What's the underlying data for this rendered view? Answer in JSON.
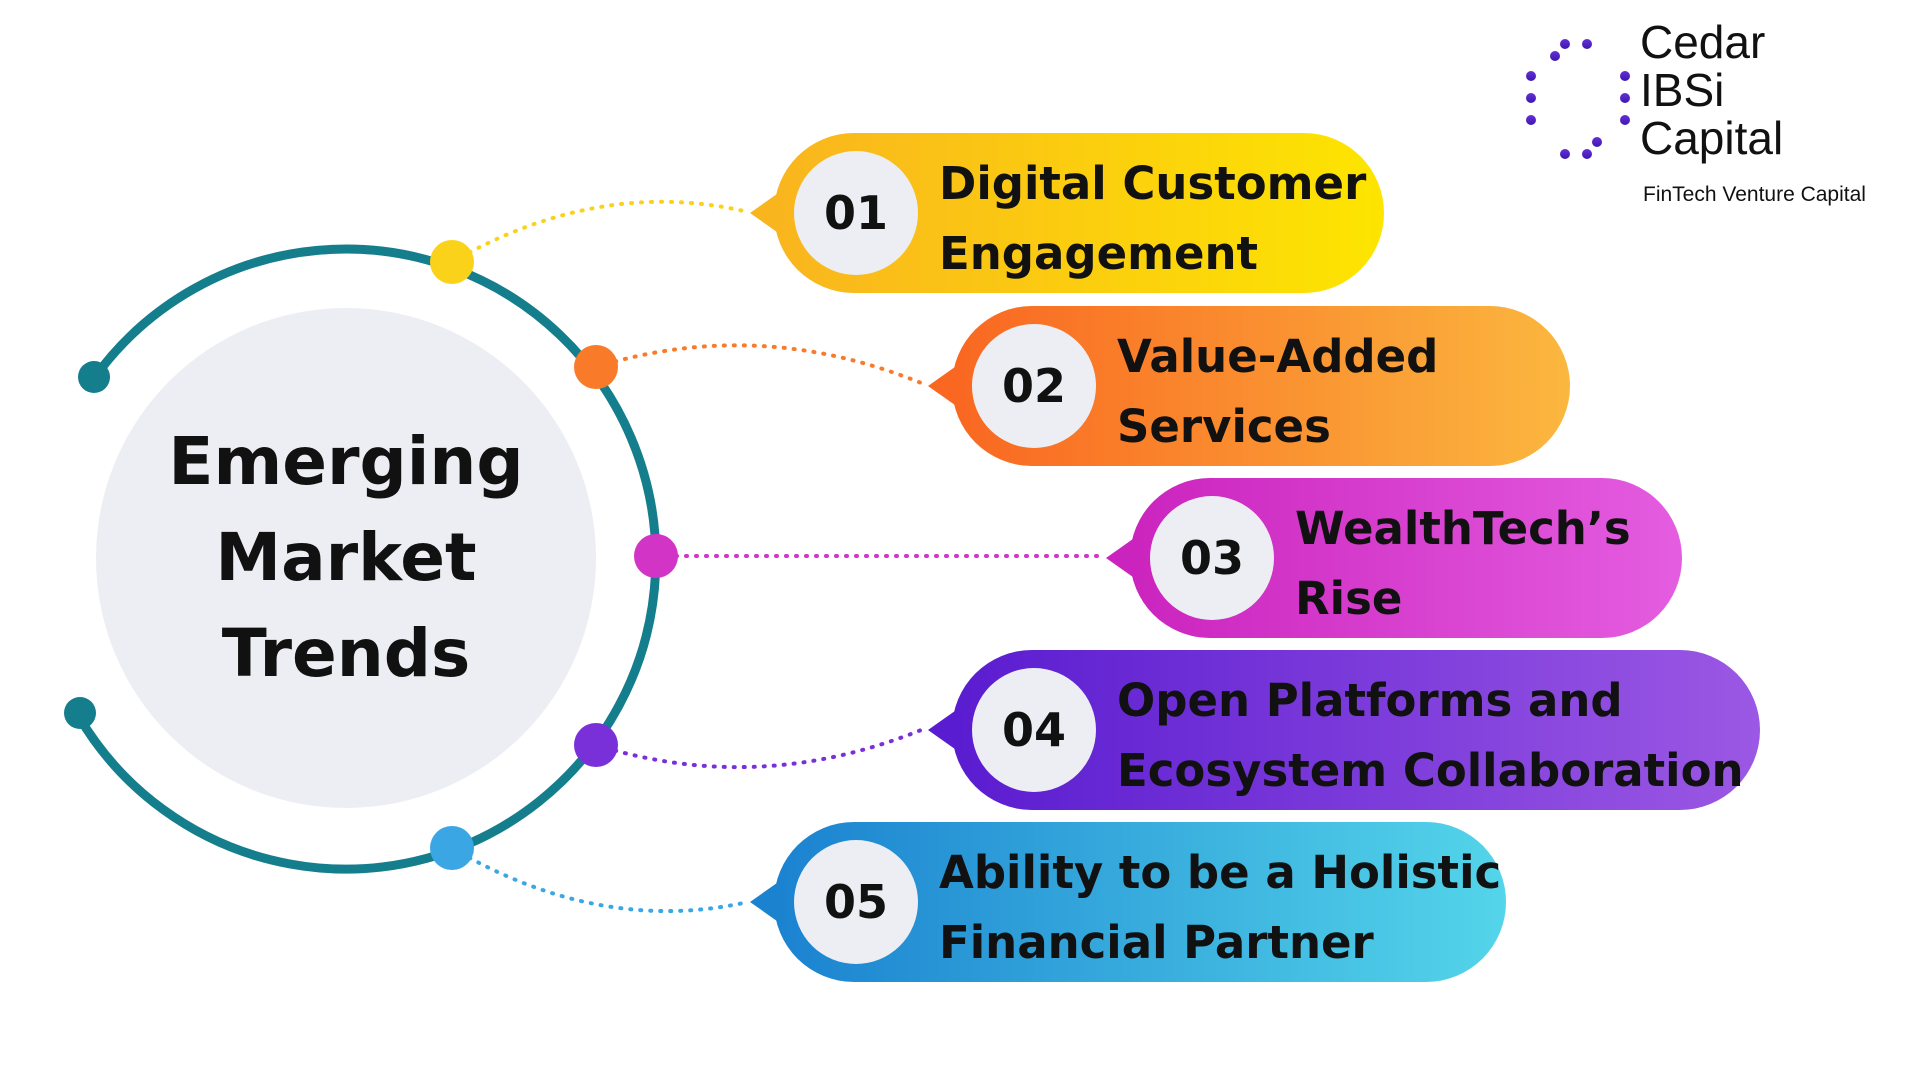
{
  "diagram": {
    "title_lines": [
      "Emerging",
      "Market",
      "Trends"
    ],
    "ring_color": "#157e8d",
    "center_fill": "#eceef3",
    "items": [
      {
        "number": "01",
        "lines": [
          "Digital Customer",
          "Engagement"
        ],
        "gradient": [
          "#f9b51e",
          "#fde500"
        ],
        "dot_color": "#fbd21a"
      },
      {
        "number": "02",
        "lines": [
          "Value-Added",
          "Services"
        ],
        "gradient": [
          "#f96721",
          "#fbb73f"
        ],
        "dot_color": "#f97b2a"
      },
      {
        "number": "03",
        "lines": [
          "WealthTech’s",
          "Rise"
        ],
        "gradient": [
          "#cb24be",
          "#e45de0"
        ],
        "dot_color": "#d235c6"
      },
      {
        "number": "04",
        "lines": [
          "Open Platforms and",
          "Ecosystem Collaboration"
        ],
        "gradient": [
          "#5a1cd0",
          "#9b58e4"
        ],
        "dot_color": "#7a30d8"
      },
      {
        "number": "05",
        "lines": [
          "Ability to be a Holistic",
          "Financial Partner"
        ],
        "gradient": [
          "#1b82d0",
          "#54d5ea"
        ],
        "dot_color": "#3aa7e4"
      }
    ]
  },
  "logo": {
    "name_lines": [
      "Cedar",
      "IBSi",
      "Capital"
    ],
    "tagline": "FinTech Venture Capital",
    "mark_color_top": "#6a2fd6",
    "mark_color_bottom": "#3a18b0",
    "icon": "circuit-grid-icon"
  }
}
